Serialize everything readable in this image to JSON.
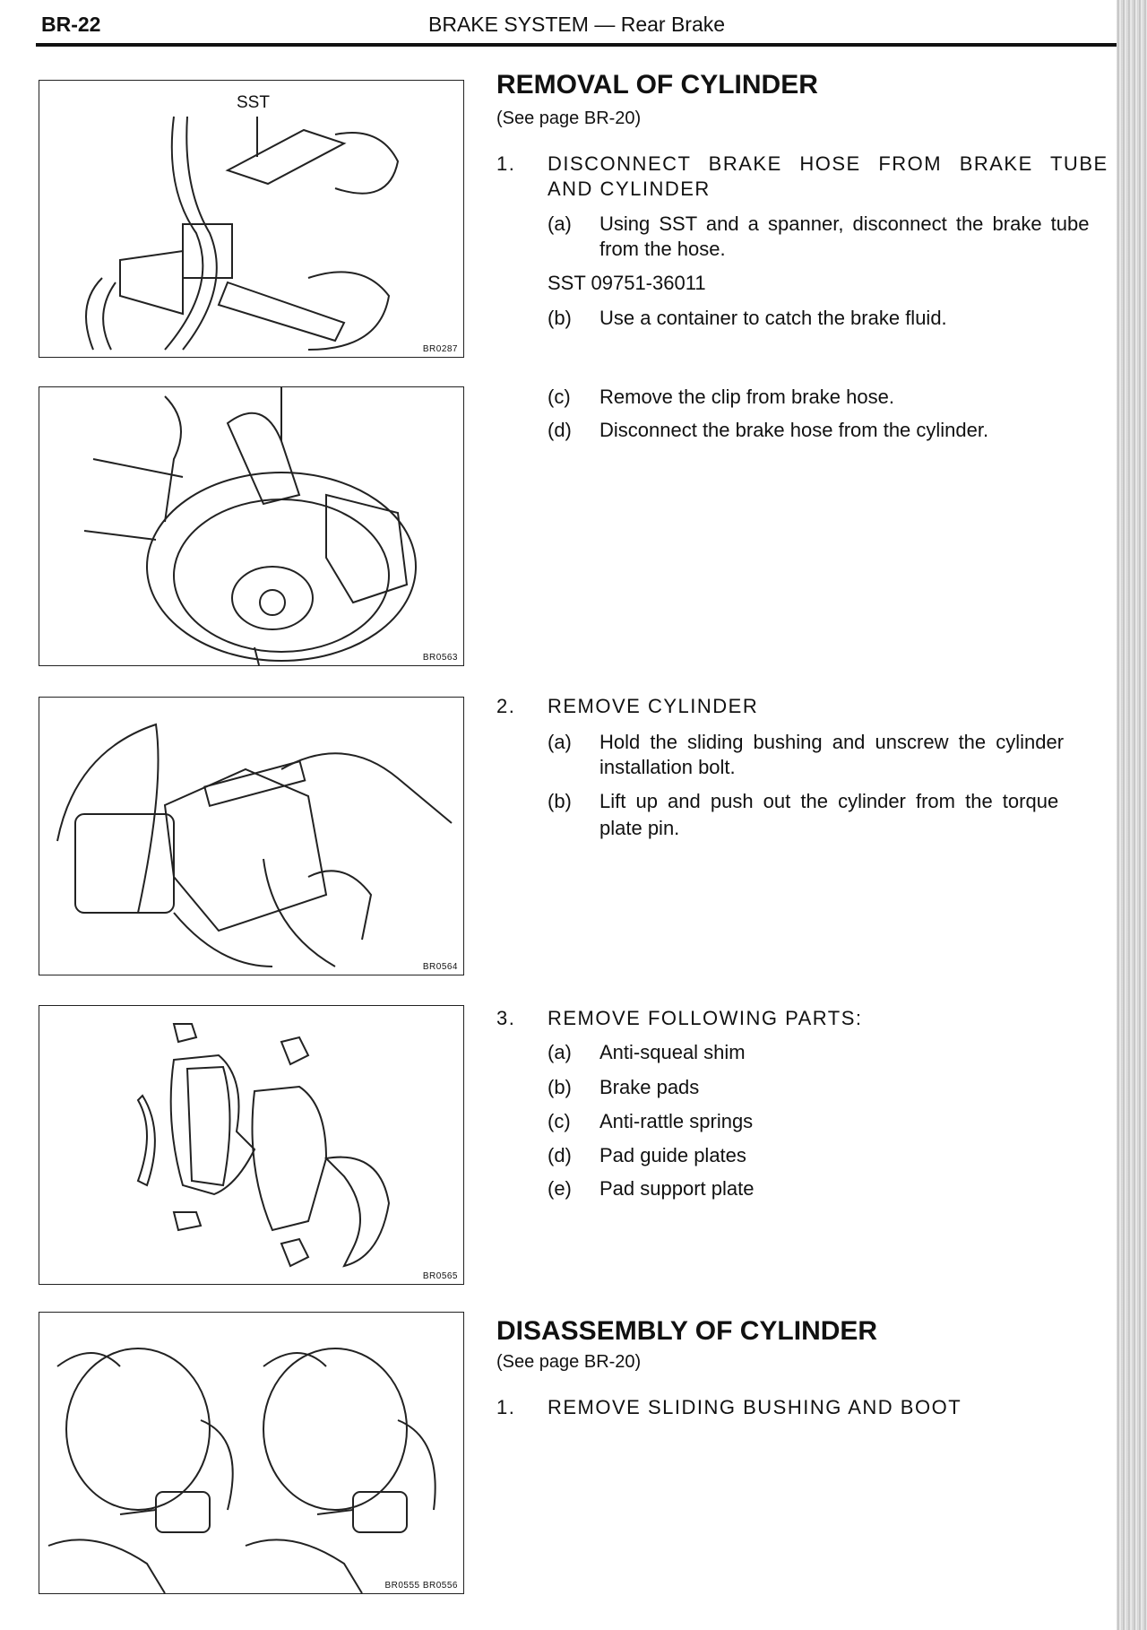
{
  "header": {
    "page_number": "BR-22",
    "title": "BRAKE SYSTEM — Rear Brake"
  },
  "figures": [
    {
      "code": "BR0287",
      "label": "SST"
    },
    {
      "code": "BR0563"
    },
    {
      "code": "BR0564"
    },
    {
      "code": "BR0565"
    },
    {
      "code": "BR0555 BR0556"
    }
  ],
  "removal": {
    "heading": "REMOVAL OF CYLINDER",
    "see_page": "(See page BR-20)",
    "steps": [
      {
        "num": "1.",
        "title_line1": "DISCONNECT BRAKE HOSE FROM BRAKE TUBE",
        "title_line2": "AND CYLINDER",
        "subs": [
          {
            "letter": "(a)",
            "line1": "Using SST and a spanner, disconnect the brake tube",
            "line2": "from the hose."
          },
          {
            "letter": "(b)",
            "line1": "Use a container to catch the brake fluid."
          },
          {
            "letter": "(c)",
            "line1": "Remove the clip from brake hose."
          },
          {
            "letter": "(d)",
            "line1": "Disconnect the brake hose from the cylinder."
          }
        ],
        "sst": "SST 09751-36011"
      },
      {
        "num": "2.",
        "title_line1": "REMOVE CYLINDER",
        "subs": [
          {
            "letter": "(a)",
            "line1": "Hold the sliding bushing and unscrew the cylinder",
            "line2": "installation bolt."
          },
          {
            "letter": "(b)",
            "line1": "Lift up and push out the cylinder from the torque",
            "line2": "plate pin."
          }
        ]
      },
      {
        "num": "3.",
        "title_line1": "REMOVE FOLLOWING PARTS:",
        "subs": [
          {
            "letter": "(a)",
            "line1": "Anti-squeal shim"
          },
          {
            "letter": "(b)",
            "line1": "Brake pads"
          },
          {
            "letter": "(c)",
            "line1": "Anti-rattle springs"
          },
          {
            "letter": "(d)",
            "line1": "Pad guide plates"
          },
          {
            "letter": "(e)",
            "line1": "Pad support plate"
          }
        ]
      }
    ]
  },
  "disassembly": {
    "heading": "DISASSEMBLY OF CYLINDER",
    "see_page": "(See page BR-20)",
    "steps": [
      {
        "num": "1.",
        "title_line1": "REMOVE SLIDING BUSHING AND BOOT"
      }
    ]
  }
}
